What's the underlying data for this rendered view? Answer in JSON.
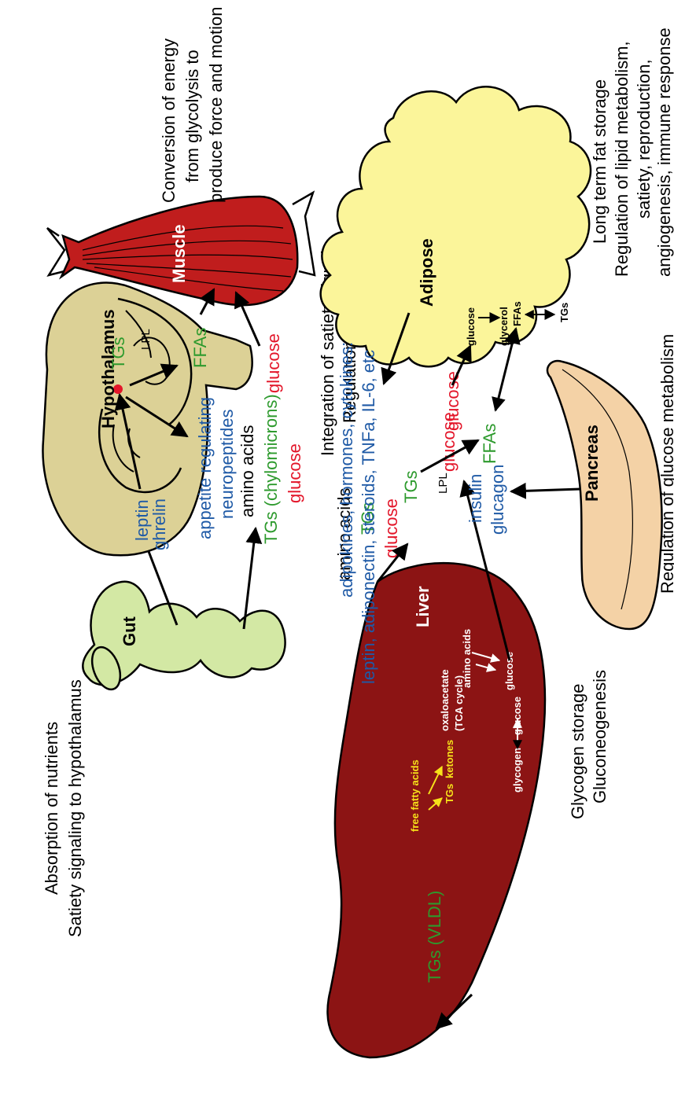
{
  "gut": {
    "name": "Gut",
    "function_line1": "Absorption of nutrients",
    "function_line2": "Satiety signaling to hypothalamus",
    "out_ghrelin": "ghrelin",
    "out_amino": "amino acids",
    "out_tgs": "TGs (chylomicrons)",
    "out_glucose": "glucose"
  },
  "hypothalamus": {
    "name": "Hypothalamus",
    "function_line1": "Integration of satiety signals",
    "function_line2": "Regulation of appetite",
    "in_leptin": "leptin",
    "in_ghrelin": "ghrelin",
    "out_line1": "appetite regulating",
    "out_line2": "neuropeptides"
  },
  "muscle": {
    "name": "Muscle",
    "function_line1": "Conversion of energy",
    "function_line2": "from glycolysis to",
    "function_line3": "produce force and motion",
    "tgs": "TGs",
    "lpl": "LPL",
    "ffas": "FFAs",
    "glucose": "glucose"
  },
  "liver": {
    "name": "Liver",
    "function_line1": "Glycogen storage",
    "function_line2": "Gluconeogenesis",
    "in_amino": "amino acids",
    "in_tgs": "TGs",
    "in_glucose": "glucose",
    "out_glucose": "glucose",
    "out_tgs_vldl": "TGs (VLDL)",
    "inner_ffa": "free fatty acids",
    "inner_tgs": "TGs",
    "inner_ketones": "ketones",
    "inner_oxaloacetate": "oxaloacetate",
    "inner_tca": "(TCA cycle)",
    "inner_amino": "amino acids",
    "inner_glucose_top": "glucose",
    "inner_glycogen": "glycogen",
    "inner_glucose_mid": "glucose"
  },
  "adipose": {
    "name": "Adipose",
    "function_line1": "Long term fat storage",
    "function_line2": "Regulation of lipid metabolism,",
    "function_line3": "satiety, reproduction,",
    "function_line4": "angiogenesis, immune response",
    "out_line1": "adipokines, hormones, cytokines:",
    "out_line2": "leptin, adiponectin, steroids, TNFa, IL-6, etc",
    "in_glucose": "glucose",
    "in_ffas": "FFAs",
    "in_tgs": "TGs",
    "in_lpl": "LPL",
    "inner_glucose": "glucose",
    "inner_glycerol": "glycerol",
    "inner_ffas": "FFAs",
    "inner_tgs": "TGs"
  },
  "pancreas": {
    "name": "Pancreas",
    "function_line1": "Regulation of glucose metabolism",
    "out_insulin": "insulin",
    "out_glucagon": "glucagon"
  },
  "colors": {
    "hormone_blue": "#1f5aa6",
    "lipid_green": "#2d9a2d",
    "glucose_red": "#e3162a",
    "liver_fill": "#8c1414",
    "muscle_fill": "#c01d1d",
    "hypothalamus_fill": "#dcd196",
    "gut_fill": "#d3e8a4",
    "adipose_fill": "#fbf59a",
    "pancreas_fill": "#f4d2a6"
  }
}
